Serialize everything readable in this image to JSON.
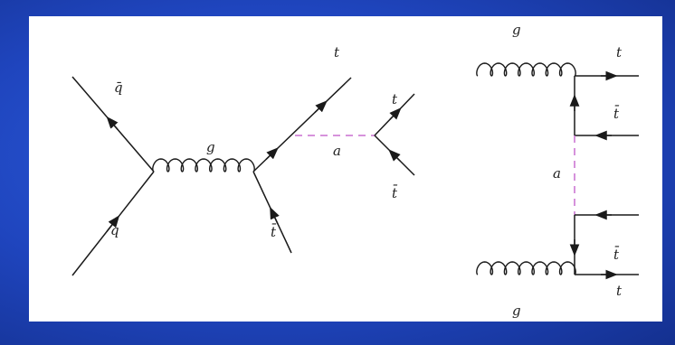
{
  "diagrams": [
    {
      "labels": {
        "qbar": "q̄",
        "q": "q",
        "gluon": "g",
        "top": "t",
        "antitop": "t̄",
        "scalar": "a",
        "decay_top": "t",
        "decay_antitop": "t̄"
      }
    },
    {
      "labels": {
        "gluon_top": "g",
        "gluon_bottom": "g",
        "top_upper": "t",
        "antitop_upper": "t̄",
        "scalar": "a",
        "antitop_lower": "t̄",
        "top_lower": "t"
      }
    }
  ],
  "colors": {
    "background": "#1f45be",
    "panel": "#ffffff",
    "line": "#1a1a1a",
    "scalar_line": "#c86fd0"
  }
}
